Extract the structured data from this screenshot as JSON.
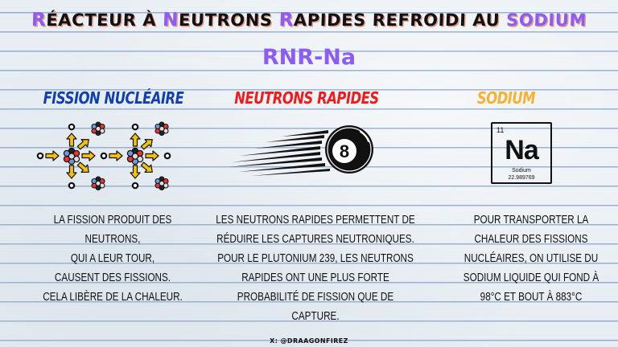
{
  "title": {
    "parts": [
      {
        "text": "R",
        "accent": true
      },
      {
        "text": "ÉACTEUR À ",
        "accent": false
      },
      {
        "text": "N",
        "accent": true
      },
      {
        "text": "EUTRONS ",
        "accent": false
      },
      {
        "text": "R",
        "accent": true
      },
      {
        "text": "APIDES REFROIDI AU ",
        "accent": false
      },
      {
        "text": "SODIUM",
        "accent": true
      }
    ],
    "full": "Réacteur à Neutrons Rapides refroidi au Sodium"
  },
  "subtitle": "RNR-Na",
  "colors": {
    "accent_purple": "#8b5cf6",
    "fission_blue": "#0f3fb0",
    "neutrons_red": "#f11a1a",
    "sodium_orange": "#fbb130",
    "paper": "#e8eef3",
    "rule_line": "#a9bcd6",
    "arrow_yellow": "#f4c20d"
  },
  "columns": [
    {
      "heading": "FISSION NUCLÉAIRE",
      "icon": "nuclear-fission-icon",
      "lines": [
        "LA FISSION PRODUIT DES",
        "NEUTRONS,",
        "QUI A LEUR TOUR,",
        "CAUSENT DES FISSIONS.",
        "CELA LIBÈRE DE LA CHALEUR."
      ]
    },
    {
      "heading": "NEUTRONS RAPIDES",
      "icon": "fast-eight-ball-icon",
      "ball_number": "8",
      "lines": [
        "LES NEUTRONS RAPIDES PERMETTENT DE",
        "RÉDUIRE LES CAPTURES NEUTRONIQUES.",
        "POUR LE PLUTONIUM 239, LES NEUTRONS",
        "RAPIDES ONT UNE PLUS FORTE",
        "PROBABILITÉ DE FISSION QUE DE",
        "CAPTURE."
      ]
    },
    {
      "heading": "SODIUM",
      "icon": "periodic-element-icon",
      "element": {
        "atomic_number": "11",
        "symbol": "Na",
        "name": "Sodium",
        "mass": "22.989769"
      },
      "lines": [
        "POUR TRANSPORTER LA",
        "CHALEUR DES FISSIONS",
        "NUCLÉAIRES, ON UTILISE DU",
        "SODIUM LIQUIDE QUI FOND À",
        "98°C ET BOUT À 883°C"
      ]
    }
  ],
  "credit": "X: @DRAAGONFIREZ"
}
